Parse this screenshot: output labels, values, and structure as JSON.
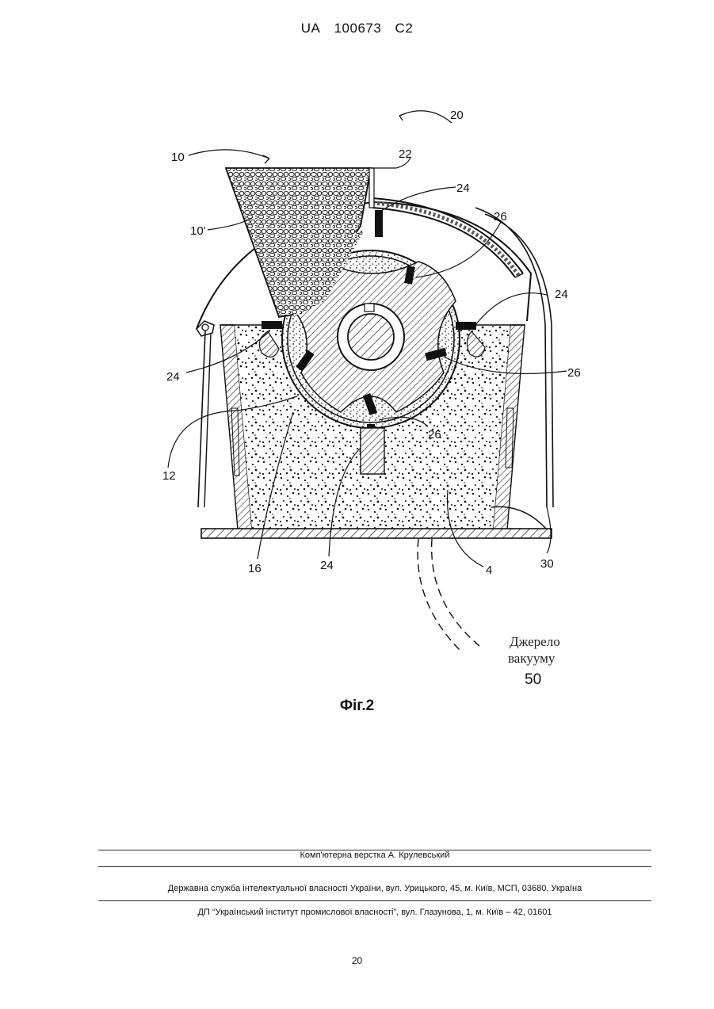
{
  "header": {
    "country": "UA",
    "patent_number": "100673",
    "kind": "C2"
  },
  "figure": {
    "labels": {
      "l20": "20",
      "l10": "10",
      "l22": "22",
      "l24a": "24",
      "l26a": "26",
      "l10p": "10'",
      "l24b": "24",
      "l24c": "24",
      "l26b": "26",
      "l12": "12",
      "l26c": "26",
      "l16": "16",
      "l24d": "24",
      "l4": "4",
      "l30": "30"
    },
    "vacuum_line1": "Джерело",
    "vacuum_line2": "вакууму",
    "vacuum_number": "50",
    "caption": "Фіг.2"
  },
  "footer": {
    "layout_credit": "Комп'ютерна верстка А. Крулевський",
    "office": "Державна служба інтелектуальної власності України, вул. Урицького, 45, м. Київ, МСП, 03680, Україна",
    "institute": "ДП “Український інститут промислової власності”, вул. Глазунова, 1, м. Київ – 42, 01601",
    "page_number": "20"
  }
}
